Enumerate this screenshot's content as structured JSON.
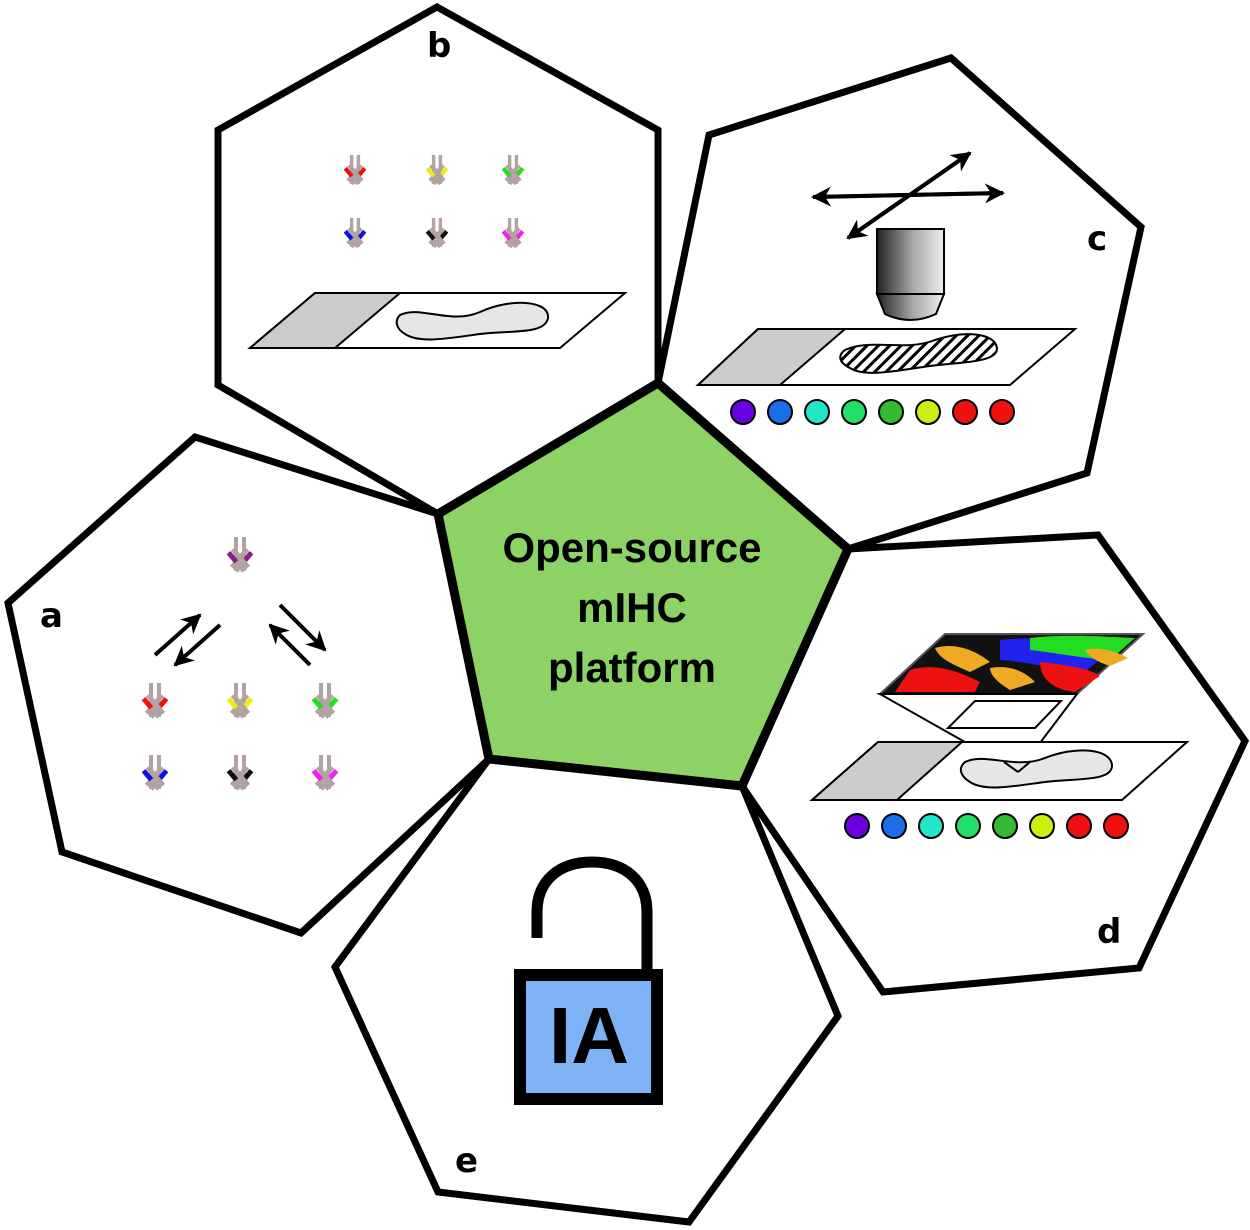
{
  "center": {
    "lines": [
      "Open-source",
      "mIHC",
      "platform"
    ],
    "color": "#8cd264"
  },
  "panels": {
    "a": {
      "label": "a"
    },
    "b": {
      "label": "b"
    },
    "c": {
      "label": "c"
    },
    "d": {
      "label": "d"
    },
    "e": {
      "label": "e",
      "lock_text": "IA",
      "lock_color": "#7fb2f5"
    }
  },
  "colors": {
    "antibody_stem": "#b3a2a2",
    "antibody_primary_tip": "#8b1a8b",
    "antibody_tips": [
      "#ee1111",
      "#eeee11",
      "#22dd22",
      "#1111dd",
      "#111111",
      "#ee22ee"
    ],
    "fluorophore_dots": [
      "#6a00e0",
      "#1a6ee8",
      "#22e6c8",
      "#22e066",
      "#33bb33",
      "#ccee11",
      "#ee1111",
      "#ee1111"
    ],
    "slide_label_area": "#cccccc",
    "tissue": "#e6e6e6"
  },
  "icons": {
    "antibody": "antibody-icon",
    "microscope_objective": "microscope-objective-icon",
    "padlock": "open-padlock-icon",
    "slide": "glass-slide-icon"
  }
}
